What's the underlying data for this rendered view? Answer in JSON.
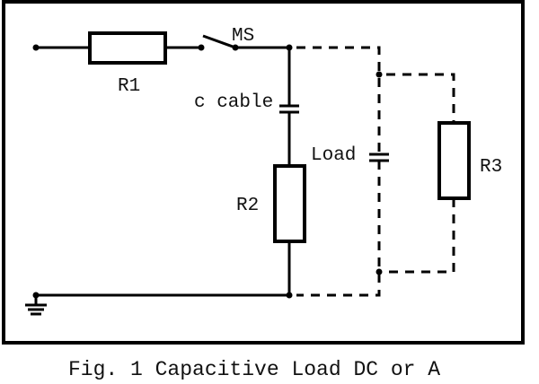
{
  "figure": {
    "caption": "Fig. 1 Capacitive Load DC or A",
    "stroke_color": "#000000",
    "background_color": "#ffffff"
  },
  "components": {
    "r1": "R1",
    "r2": "R2",
    "r3": "R3",
    "switch": "MS",
    "cable_capacitor": "c cable",
    "load_capacitor": "Load"
  }
}
